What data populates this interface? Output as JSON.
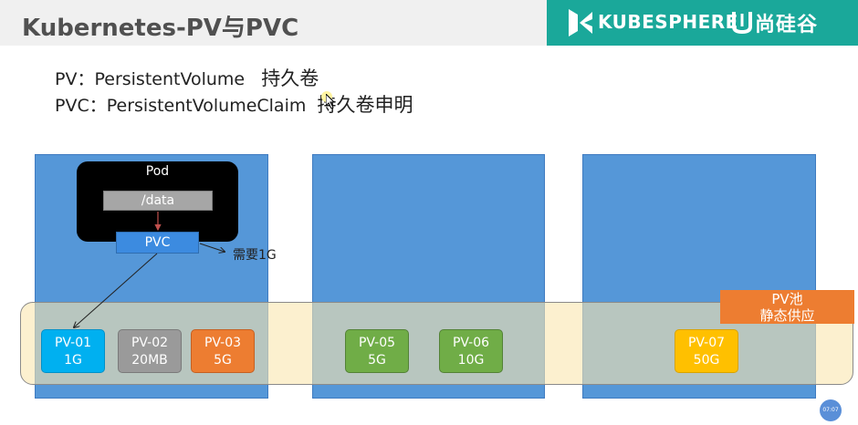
{
  "header": {
    "title": "Kubernetes-PV与PVC",
    "brand_ks": "KUBESPHERE",
    "brand_atg": "尚硅谷"
  },
  "definitions": [
    {
      "abbr": "PV：",
      "full": "PersistentVolume",
      "zh": "持久卷"
    },
    {
      "abbr": "PVC：",
      "full": "PersistentVolumeClaim",
      "zh": "持久卷申明"
    }
  ],
  "diagram": {
    "pod_label": "Pod",
    "mount_path": "/data",
    "pvc_label": "PVC",
    "request_note": "需要1G",
    "pool_label_line1": "PV池",
    "pool_label_line2": "静态供应",
    "pvs": [
      {
        "name": "PV-01",
        "size": "1G",
        "color": "#00b0f0"
      },
      {
        "name": "PV-02",
        "size": "20MB",
        "color": "#9a9a9a"
      },
      {
        "name": "PV-03",
        "size": "5G",
        "color": "#ed7d31"
      },
      {
        "name": "PV-05",
        "size": "5G",
        "color": "#70ad47"
      },
      {
        "name": "PV-06",
        "size": "10G",
        "color": "#70ad47"
      },
      {
        "name": "PV-07",
        "size": "50G",
        "color": "#ffc000"
      }
    ]
  },
  "colors": {
    "node_blue": "#5597d8",
    "brand_teal": "#1aa89a",
    "pool_fill": "#fae6af"
  },
  "footer": {
    "page": "07:07"
  }
}
